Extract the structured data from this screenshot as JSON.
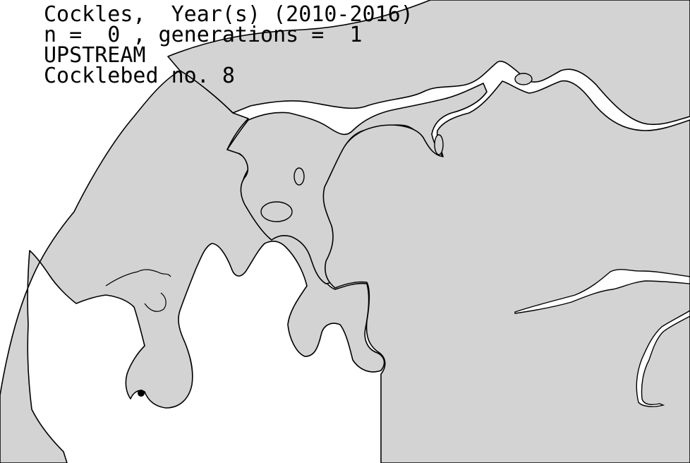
{
  "header": {
    "line1": "Cockles,  Year(s) (2010-2016)",
    "line2": "n =  0 , generations =  1",
    "line3": "UPSTREAM",
    "line4": "Cocklebed no. 8"
  },
  "colors": {
    "land": "#d3d3d3",
    "water": "#ffffff",
    "coastline": "#000000",
    "marker": "#000000"
  },
  "marker": {
    "label": "",
    "icon": "filled-circle-marker"
  }
}
